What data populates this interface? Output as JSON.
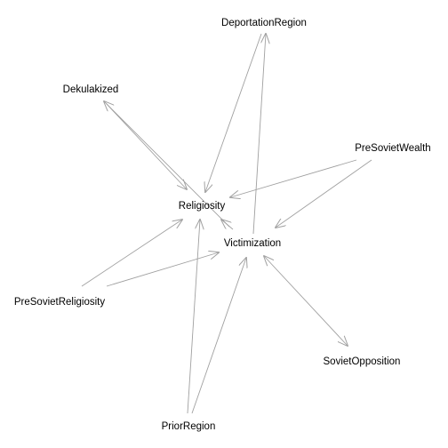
{
  "diagram": {
    "edge_color": "#a0a0a0",
    "text_color": "#000000",
    "background": "#ffffff",
    "nodes": {
      "deportation_region": {
        "label": "DeportationRegion"
      },
      "dekulakized": {
        "label": "Dekulakized"
      },
      "pre_soviet_wealth": {
        "label": "PreSovietWealth"
      },
      "religiosity": {
        "label": "Religiosity"
      },
      "victimization": {
        "label": "Victimization"
      },
      "pre_soviet_religiosity": {
        "label": "PreSovietReligiosity"
      },
      "soviet_opposition": {
        "label": "SovietOpposition"
      },
      "prior_region": {
        "label": "PriorRegion"
      }
    },
    "edges": [
      {
        "from": "deportation_region",
        "to": "religiosity",
        "direction": "forward"
      },
      {
        "from": "victimization",
        "to": "deportation_region",
        "direction": "forward"
      },
      {
        "from": "dekulakized",
        "to": "religiosity",
        "direction": "forward"
      },
      {
        "from": "victimization",
        "to": "dekulakized",
        "direction": "forward"
      },
      {
        "from": "pre_soviet_wealth",
        "to": "religiosity",
        "direction": "forward"
      },
      {
        "from": "pre_soviet_wealth",
        "to": "victimization",
        "direction": "forward"
      },
      {
        "from": "pre_soviet_religiosity",
        "to": "religiosity",
        "direction": "forward"
      },
      {
        "from": "pre_soviet_religiosity",
        "to": "victimization",
        "direction": "forward"
      },
      {
        "from": "prior_region",
        "to": "religiosity",
        "direction": "forward"
      },
      {
        "from": "prior_region",
        "to": "victimization",
        "direction": "forward"
      },
      {
        "from": "victimization",
        "to": "religiosity",
        "direction": "forward"
      },
      {
        "from": "victimization",
        "to": "soviet_opposition",
        "direction": "both"
      }
    ]
  }
}
